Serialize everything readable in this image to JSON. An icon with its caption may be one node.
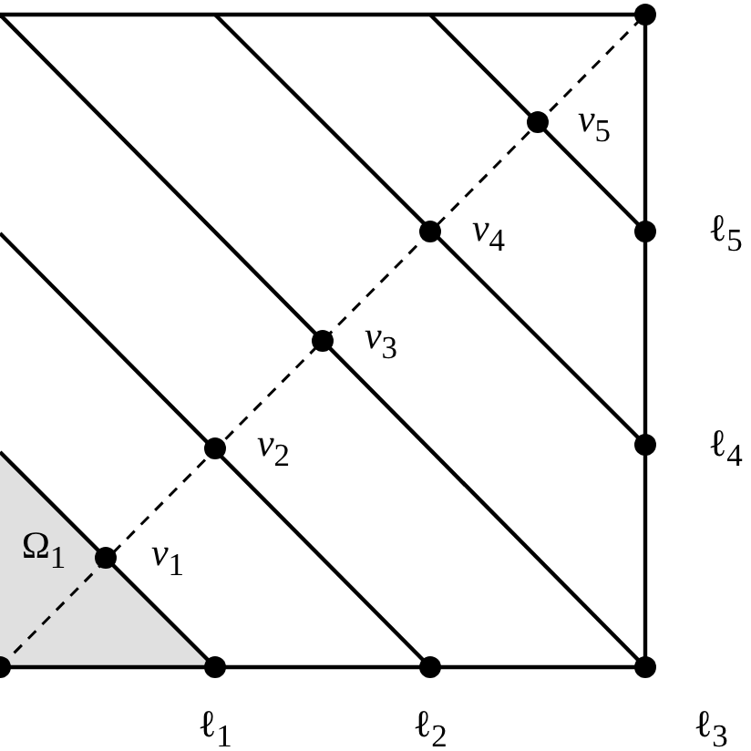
{
  "diagram": {
    "labels": [
      "*v*$_{5}$",
      "*v*$_{4}$",
      "ℓ$_{5}$",
      "*v*$_{3}$",
      "*v*$_{2}$",
      "ℓ$_{4}$",
      "Ω$_{1}$",
      "*v*$_{1}$",
      "ℓ$_{1}$",
      "ℓ$_{2}$",
      "ℓ$_{3}$"
    ]
  }
}
